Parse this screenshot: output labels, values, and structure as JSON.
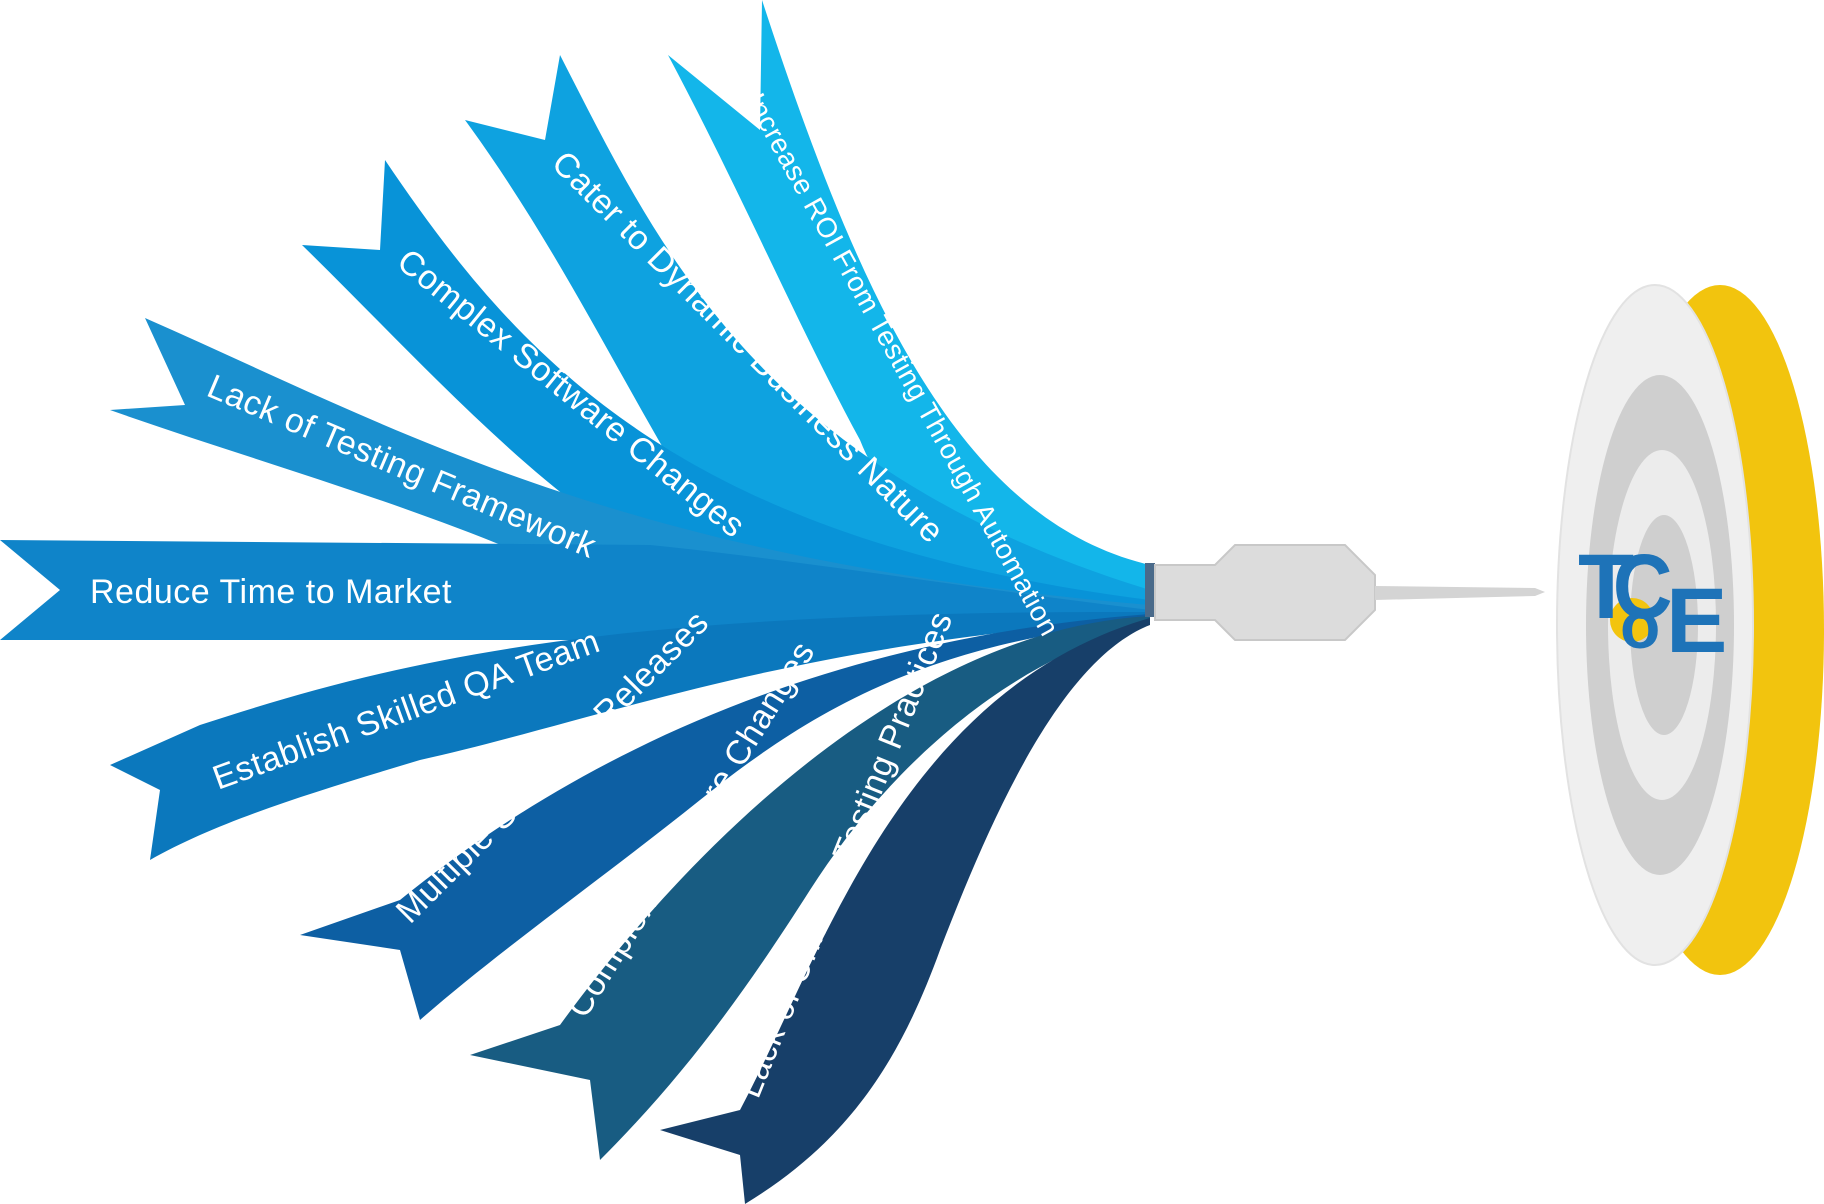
{
  "ribbons": [
    {
      "label": "Increase ROI From Testing Through Automation",
      "color": "#13b6ea"
    },
    {
      "label": "Cater to Dynamic Business Nature",
      "color": "#0ea2e0"
    },
    {
      "label": "Complex Software Changes",
      "color": "#0893d8"
    },
    {
      "label": "Lack of Testing Framework",
      "color": "#1a90cf"
    },
    {
      "label": "Reduce Time to Market",
      "color": "#0f84c9"
    },
    {
      "label": "Establish Skilled QA Team",
      "color": "#0b78bd"
    },
    {
      "label": "Multiple Software Releases",
      "color": "#0d5fa3"
    },
    {
      "label": "Complex Software Changes",
      "color": "#185c82"
    },
    {
      "label": "Lack of Uniform Testing Practices",
      "color": "#173f69"
    }
  ],
  "target": {
    "logo_parts": [
      "T",
      "C",
      "o",
      "E"
    ],
    "ring_color": "#cfcfcf",
    "face_color": "#efefef",
    "rim_color": "#f2c40e",
    "logo_color": "#1e73b8"
  },
  "dart": {
    "body_color": "#dcdcdc",
    "collar_color": "#4a6a8a"
  }
}
